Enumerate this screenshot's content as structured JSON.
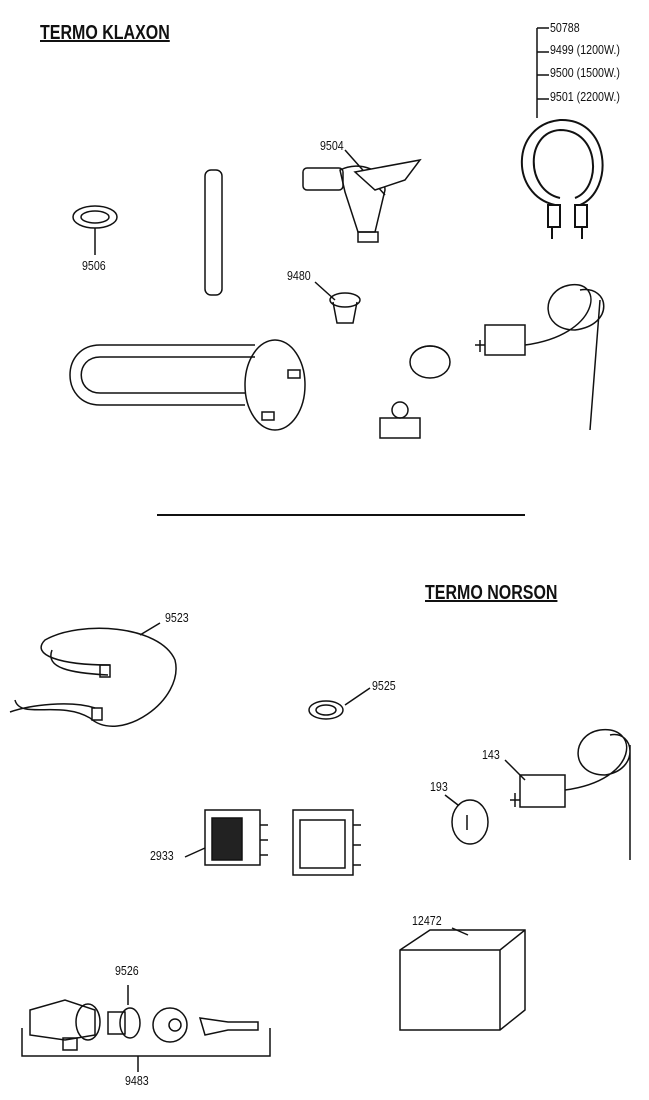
{
  "sections": [
    {
      "title": "TERMO KLAXON"
    },
    {
      "title": "TERMO NORSON"
    }
  ],
  "klaxon_labels": {
    "resistance_codes": [
      "50788",
      "9499 (1200W.)",
      "9500 (1500W.)",
      "9501 (2200W.)"
    ],
    "faucet": "9504",
    "gasket": "9506",
    "bushing": "9480"
  },
  "norson_labels": {
    "element": "9523",
    "gasket": "9525",
    "thermostat": "143",
    "knob": "193",
    "switch": "2933",
    "box": "12472",
    "faucet_insert": "9526",
    "faucet_kit": "9483"
  }
}
